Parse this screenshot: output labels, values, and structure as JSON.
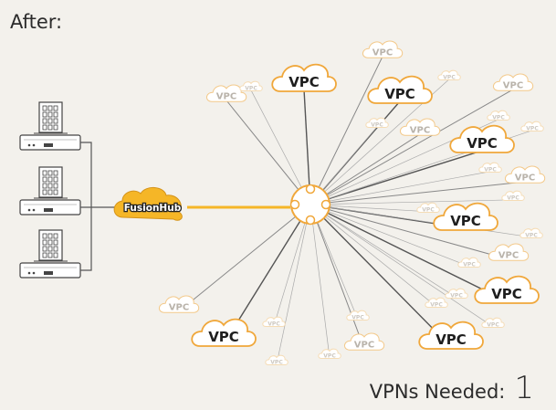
{
  "header": {
    "title": "After:"
  },
  "hub": {
    "label": "FusionHub"
  },
  "vpc_label": "VPC",
  "footer": {
    "label": "VPNs Needed:",
    "value": "1"
  },
  "colors": {
    "accent": "#f5b627",
    "cloud_outline": "#f0a73a",
    "line": "#555555"
  }
}
